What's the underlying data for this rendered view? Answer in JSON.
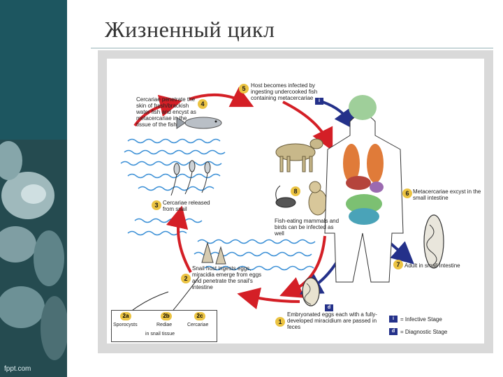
{
  "slide": {
    "title": "Жизненный цикл",
    "footer_brand": "fppt.com"
  },
  "figure": {
    "colors": {
      "infective_arrow": "#24318a",
      "stage_arrow": "#d41f26",
      "water": "#3a8fd6",
      "stage_number": "#ebc342"
    },
    "steps": [
      {
        "number": "1",
        "text": "Embryonated eggs each with a fully-developed miracidium are passed in feces"
      },
      {
        "number": "2",
        "text": "Snail host ingests eggs, miracidia emerge from eggs and penetrate the snail's intestine"
      },
      {
        "number": "3",
        "text": "Cercariae released from snail"
      },
      {
        "number": "4",
        "text": "Cercariae penetrate the skin of fresh/brackish water fish and encyst as metacercariae in the tissue of the fish"
      },
      {
        "number": "5",
        "text": "Host becomes infected by ingesting undercooked fish containing metacercariae"
      },
      {
        "number": "6",
        "text": "Metacercariae excyst in the small intestine"
      },
      {
        "number": "7",
        "text": "Adult in small intestine"
      },
      {
        "number": "8",
        "text": "Fish-eating mammals and birds can be infected as well"
      }
    ],
    "snail_stages": {
      "stages": [
        {
          "number": "2a",
          "label": "Sporocysts"
        },
        {
          "number": "2b",
          "label": "Rediae"
        },
        {
          "number": "2c",
          "label": "Cercariae"
        }
      ],
      "caption": "in snail tissue"
    },
    "legend": {
      "infective": {
        "mark": "i",
        "label": "= Infective Stage"
      },
      "diagnostic": {
        "mark": "d",
        "label": "= Diagnostic Stage"
      }
    },
    "markers": {
      "infective_mark": "i",
      "diagnostic_mark": "d"
    }
  }
}
